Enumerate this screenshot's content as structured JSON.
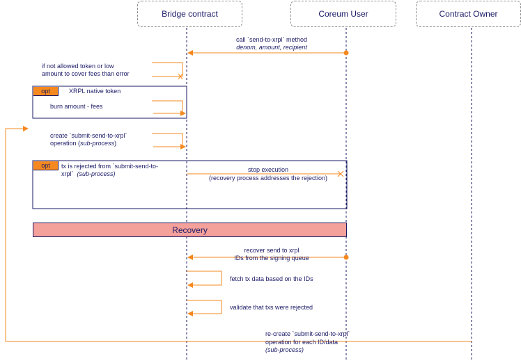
{
  "participants": {
    "bridge": "Bridge contract",
    "user": "Coreum User",
    "owner": "Contract Owner"
  },
  "messages": {
    "call_line1": "call `send-to-xrpl` method",
    "call_line2": "denom, amount, recipient",
    "check_line1": "if not allowed token or low",
    "check_line2": "amount to cover fees than error",
    "burn": "burn amount - fees",
    "create_line1": "create `submit-send-to-xrpl`",
    "create_line2": "operation (",
    "create_line2_em": "sub-process",
    "create_line2_end": ")",
    "stop_line1": "stop execution",
    "stop_line2": "(recovery process addresses the rejection)",
    "recover_line1": "recover send to xrpl",
    "recover_line2": "IDs from the signing queue",
    "fetch": "fetch tx data based on the IDs",
    "validate": "validate that txs were rejected",
    "recreate_line1": "re-create `submit-send-to-xrpl`",
    "recreate_line2": "operation for each ID/data",
    "recreate_line3": "(sub-process)"
  },
  "fragments": {
    "opt1": {
      "tag": "opt",
      "guard": "XRPL native token"
    },
    "opt2": {
      "tag": "opt",
      "guard_line1": "tx is rejected from `submit-send-to-",
      "guard_line2": "xrpl`",
      "guard_line2_em": "(sub-process)"
    }
  },
  "recovery_label": "Recovery",
  "colors": {
    "arrow": "#f5891f",
    "lifeline": "#1a1a66",
    "recovery_fill": "#f4a09b",
    "text": "#1a1a66"
  }
}
